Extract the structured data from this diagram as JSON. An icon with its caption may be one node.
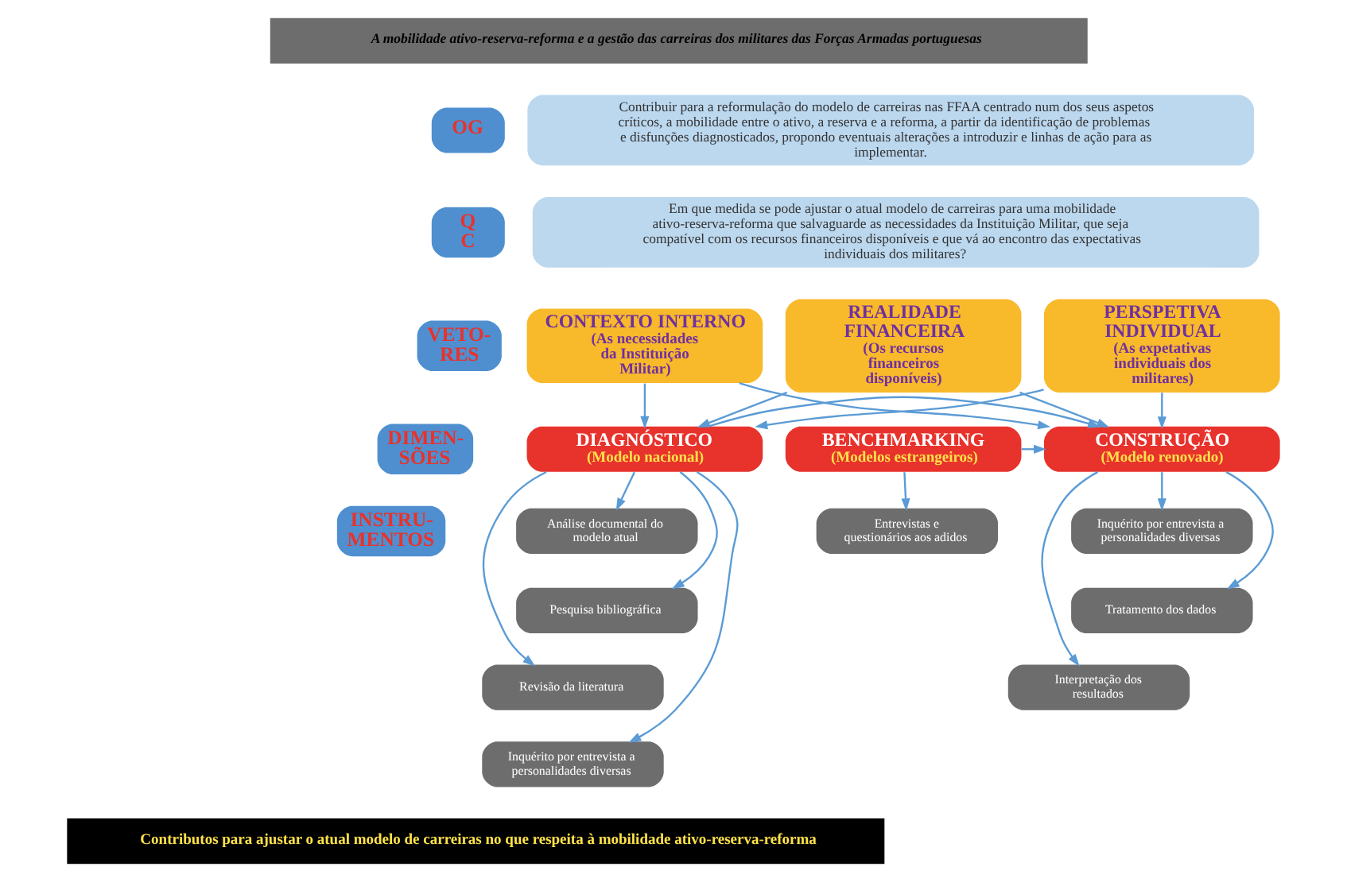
{
  "diagram": {
    "nodes": [
      {
        "text": [
          "A mobilidade ativo-reserva-reforma e a gestão das carreiras dos militares das Forças Armadas portuguesas"
        ]
      },
      {
        "text": [
          "OG"
        ]
      },
      {
        "text": [
          "Contribuir para a reformulação do modelo de carreiras nas FFAA centrado num dos seus aspetos críticos, a mobilidade entre o ativo, a reserva e a reforma, a partir da identificação de problemas e disfunções diagnosticados, propondo eventuais alterações a introduzir e linhas de ação para as implementar."
        ]
      },
      {
        "text": [
          "Q C"
        ]
      },
      {
        "text": [
          "Em que medida se pode ajustar o atual modelo de carreiras para uma mobilidade ativo-reserva-reforma que salvaguarde as necessidades da Instituição Militar, que seja compatível com os recursos financeiros disponíveis e que vá ao encontro das expectativas individuais dos militares?"
        ]
      },
      {
        "text": [
          "VETO- RES"
        ]
      },
      {
        "text": [
          "CONTEXTO INTERNO",
          "(As necessidades da Instituição Militar)"
        ]
      },
      {
        "text": [
          "REALIDADE FINANCEIRA",
          "(Os recursos financeiros disponíveis)"
        ]
      },
      {
        "text": [
          "PERSPETIVA INDIVIDUAL",
          "(As expetativas individuais dos militares)"
        ]
      },
      {
        "text": [
          "DIMEN- SÕES"
        ]
      },
      {
        "text": [
          "DIAGNÓSTICO",
          "(Modelo nacional)"
        ]
      },
      {
        "text": [
          "BENCHMARKING",
          "(Modelos estrangeiros)"
        ]
      },
      {
        "text": [
          "CONSTRUÇÃO",
          "(Modelo renovado)"
        ]
      },
      {
        "text": [
          "INSTRU- MENTOS"
        ]
      },
      {
        "text": [
          "Análise documental do modelo atual"
        ]
      },
      {
        "text": [
          "Pesquisa bibliográfica"
        ]
      },
      {
        "text": [
          "Revisão da literatura"
        ]
      },
      {
        "text": [
          "Inquérito por entrevista a personalidades diversas"
        ]
      },
      {
        "text": [
          "Entrevistas e questionários aos adidos"
        ]
      },
      {
        "text": [
          "Inquérito por entrevista a personalidades diversas"
        ]
      },
      {
        "text": [
          "Tratamento dos dados"
        ]
      },
      {
        "text": [
          "Interpretação dos resultados"
        ]
      },
      {
        "text": [
          "Contributos para ajustar o atual modelo de carreiras no que respeita à mobilidade ativo-reserva-reforma"
        ]
      }
    ],
    "edges": [
      {
        "from": 6,
        "to": 10,
        "arrow": "to"
      },
      {
        "from": 6,
        "to": 12,
        "arrow": "to"
      },
      {
        "from": 7,
        "to": 10,
        "arrow": "to"
      },
      {
        "from": 7,
        "to": 12,
        "arrow": "to"
      },
      {
        "from": 8,
        "to": 10,
        "arrow": "to"
      },
      {
        "from": 8,
        "to": 12,
        "arrow": "to"
      },
      {
        "from": 10,
        "to": 12,
        "arrow": "to"
      },
      {
        "from": 11,
        "to": 12,
        "arrow": "to"
      },
      {
        "from": 10,
        "to": 14,
        "arrow": "to"
      },
      {
        "from": 10,
        "to": 15,
        "arrow": "to"
      },
      {
        "from": 10,
        "to": 16,
        "arrow": "to"
      },
      {
        "from": 10,
        "to": 17,
        "arrow": "to"
      },
      {
        "from": 11,
        "to": 18,
        "arrow": "to"
      },
      {
        "from": 12,
        "to": 19,
        "arrow": "to"
      },
      {
        "from": 12,
        "to": 20,
        "arrow": "to"
      },
      {
        "from": 12,
        "to": 21,
        "arrow": "to"
      }
    ]
  }
}
